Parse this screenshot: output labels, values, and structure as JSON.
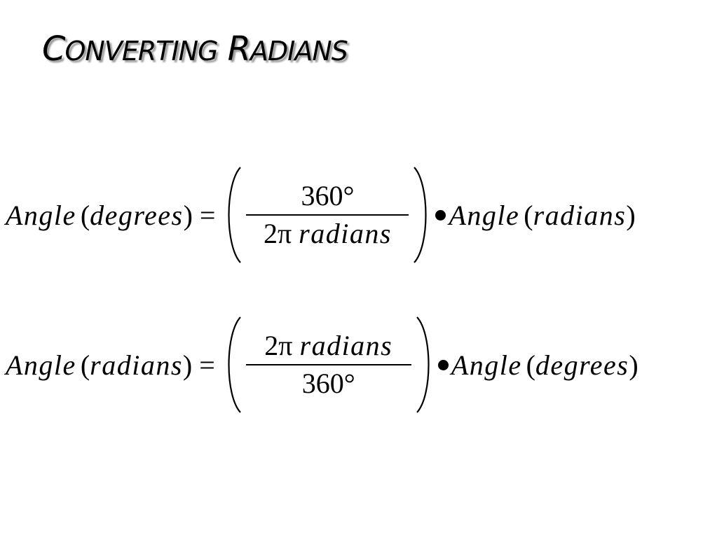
{
  "slide": {
    "title": {
      "word1_cap": "C",
      "word1_rest": "ONVERTING",
      "word2_cap": "R",
      "word2_rest": "ADIANS"
    },
    "equations": [
      {
        "lhs_func": "Angle",
        "lhs_open": "(",
        "lhs_arg": "degrees",
        "lhs_close": ")",
        "equals": "=",
        "num": "360°",
        "den_coef": "2π",
        "den_unit": "radians",
        "rhs_func": "Angle",
        "rhs_open": "(",
        "rhs_arg": "radians",
        "rhs_close": ")"
      },
      {
        "lhs_func": "Angle",
        "lhs_open": "(",
        "lhs_arg": "radians",
        "lhs_close": ")",
        "equals": "=",
        "num_coef": "2π",
        "num_unit": "radians",
        "den": "360°",
        "rhs_func": "Angle",
        "rhs_open": "(",
        "rhs_arg": "degrees",
        "rhs_close": ")"
      }
    ]
  }
}
